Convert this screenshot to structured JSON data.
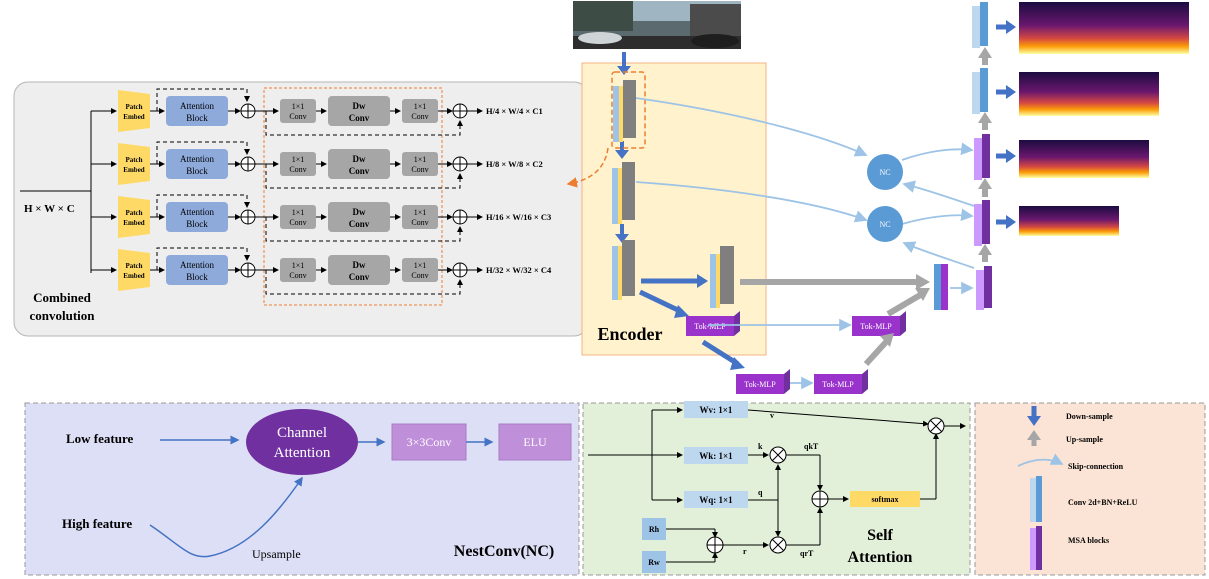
{
  "combined": {
    "input": "H × W × C",
    "title_line1": "Combined",
    "title_line2": "convolution",
    "patch_embed": [
      "Patch",
      "Embed"
    ],
    "attention_block": [
      "Attention",
      "Block"
    ],
    "conv1x1": [
      "1×1",
      "Conv"
    ],
    "dwconv": [
      "Dw",
      "Conv"
    ],
    "outputs": [
      "H/4 × W/4 × C1",
      "H/8 × W/8 × C2",
      "H/16 × W/16 × C3",
      "H/32 × W/32 × C4"
    ]
  },
  "encoder": {
    "label": "Encoder",
    "tok_mlp": "Tok-MLP",
    "nc": "NC"
  },
  "nestconv": {
    "low_feature": "Low feature",
    "high_feature": "High feature",
    "channel_attention": [
      "Channel",
      "Attention"
    ],
    "conv": "3×3Conv",
    "elu": "ELU",
    "upsample": "Upsample",
    "title": "NestConv(NC)"
  },
  "self_attention": {
    "wv": "Wv: 1×1",
    "wk": "Wk: 1×1",
    "wq": "Wq: 1×1",
    "v": "v",
    "k": "k",
    "q": "q",
    "r": "r",
    "qkT": "qkT",
    "qrT": "qrT",
    "softmax": "softmax",
    "rh": "Rh",
    "rw": "Rw",
    "title_line1": "Self",
    "title_line2": "Attention"
  },
  "legend": {
    "down": "Down-sample",
    "up": "Up-sample",
    "skip": "Skip-connection",
    "conv": "Conv 2d+BN+ReLU",
    "msa": "MSA blocks"
  },
  "colors": {
    "attention_block": "#8eaadb",
    "patch_embed": "#ffd966",
    "conv_gray": "#a6a6a6",
    "tok_mlp": "#9933cc",
    "nc_circle": "#5b9bd5",
    "arrow_blue": "#4472c4",
    "nestconv_bg": "#dcdff5",
    "selfatt_bg": "#e2efd9",
    "legend_bg": "#fbe4d5",
    "encoder_bg": "#fff2cc"
  }
}
